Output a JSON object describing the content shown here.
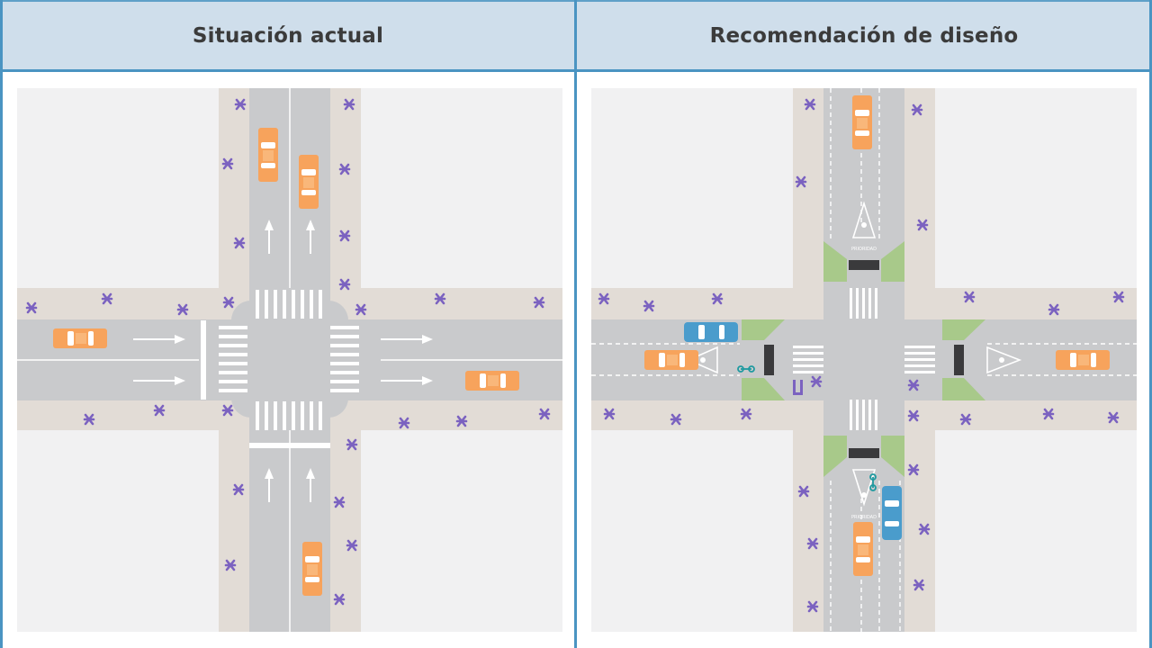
{
  "table": {
    "columns": [
      {
        "title": "Situación actual"
      },
      {
        "title": "Recomendación de diseño"
      }
    ]
  },
  "colors": {
    "header_bg": "#cfdeeb",
    "border": "#4a94c2",
    "road": "#c9cacc",
    "sidewalk": "#e2dcd6",
    "block": "#f1f1f2",
    "taxi": "#f7a35c",
    "blue_car": "#4a9ccc",
    "green_extension": "#a8c98a",
    "pedestrian": "#7b62c0",
    "cyclist": "#1f9aa0"
  },
  "panels": {
    "right": {
      "marking_label": "PRIORIDAD"
    }
  }
}
